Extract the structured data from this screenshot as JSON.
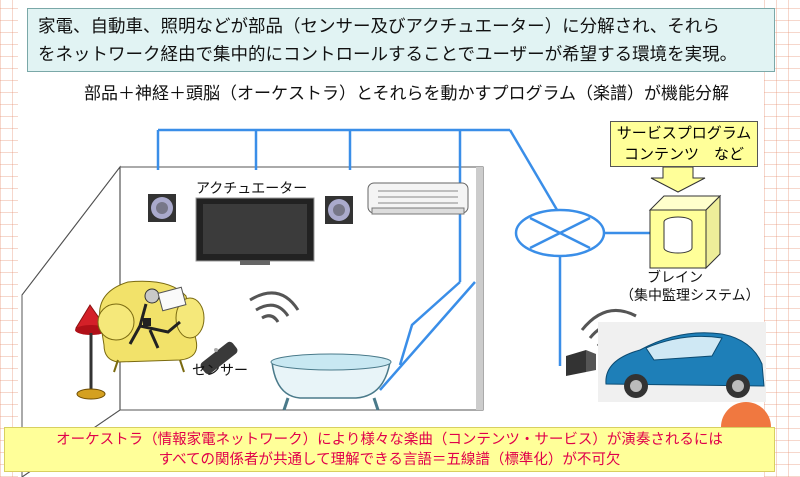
{
  "header": {
    "line1": "家電、自動車、照明などが部品（センサー及びアクチュエーター）に分解され、それら",
    "line2": "をネットワーク経由で集中的にコントロールすることでユーザーが希望する環境を実現。"
  },
  "subtitle": "部品＋神経＋頭脳（オーケストラ）とそれらを動かすプログラム（楽譜）が機能分解",
  "labels": {
    "actuator": "アクチュエーター",
    "sensor": "センサー",
    "brain": "ブレイン",
    "brain_sub": "（集中監理システム）",
    "service_line1": "サービスプログラム",
    "service_line2": "コンテンツ　など"
  },
  "footer": {
    "line1": "オーケストラ（情報家電ネットワーク）により様々な楽曲（コンテンツ・サービス）が演奏されるには",
    "line2": "すべての関係者が共通して理解できる言語＝五線譜（標準化）が不可欠"
  },
  "colors": {
    "network_line": "#3a8ee8",
    "header_bg": "#e1f3f3",
    "footer_bg": "#ffff99",
    "footer_text": "#e0004a",
    "accent_orange": "#f07840"
  },
  "icons": [
    "speaker-icon",
    "tv-icon",
    "air-conditioner-icon",
    "lamp-icon",
    "sofa-person-icon",
    "remote-control-icon",
    "bathtub-icon",
    "router-icon",
    "brain-server-icon",
    "arrow-down-icon",
    "car-icon",
    "wireless-signal-icon"
  ]
}
